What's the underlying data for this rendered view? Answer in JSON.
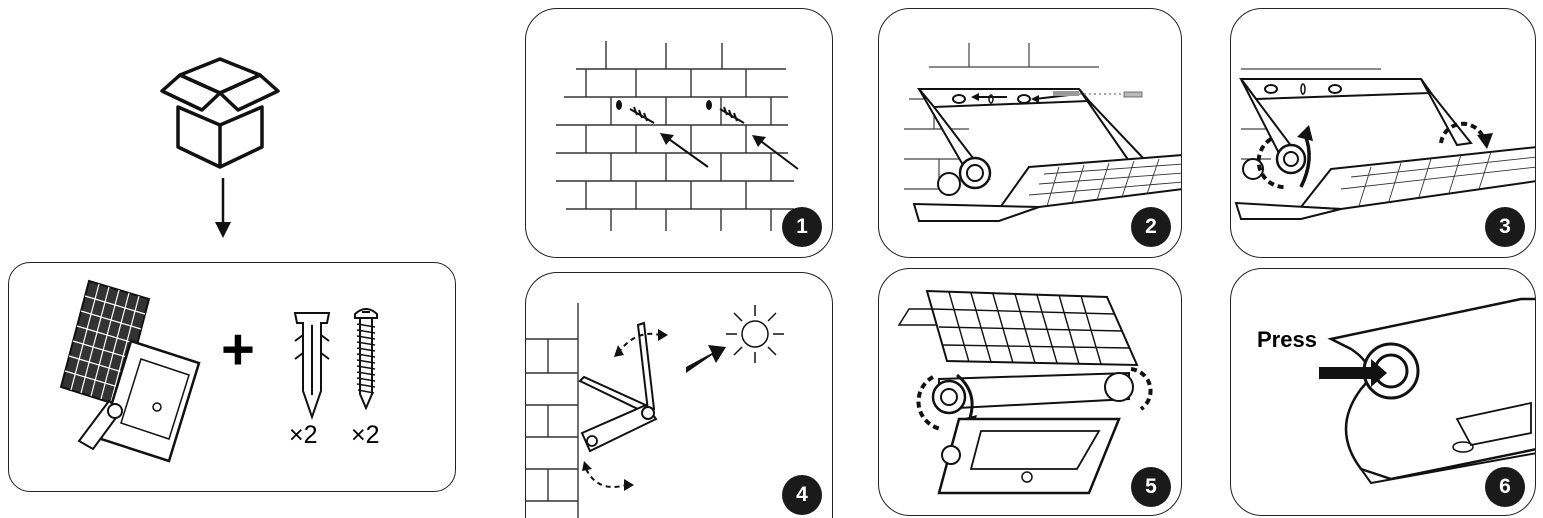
{
  "contents": {
    "plug_quantity": "×2",
    "screw_quantity": "×2",
    "plus_sign": "+"
  },
  "steps": [
    {
      "number": "1"
    },
    {
      "number": "2"
    },
    {
      "number": "3"
    },
    {
      "number": "4"
    },
    {
      "number": "5"
    },
    {
      "number": "6",
      "callout": "Press"
    }
  ],
  "icons": [
    "open-box-icon",
    "down-arrow-icon",
    "solar-light-icon",
    "wall-plug-icon",
    "screw-icon",
    "sun-icon"
  ]
}
